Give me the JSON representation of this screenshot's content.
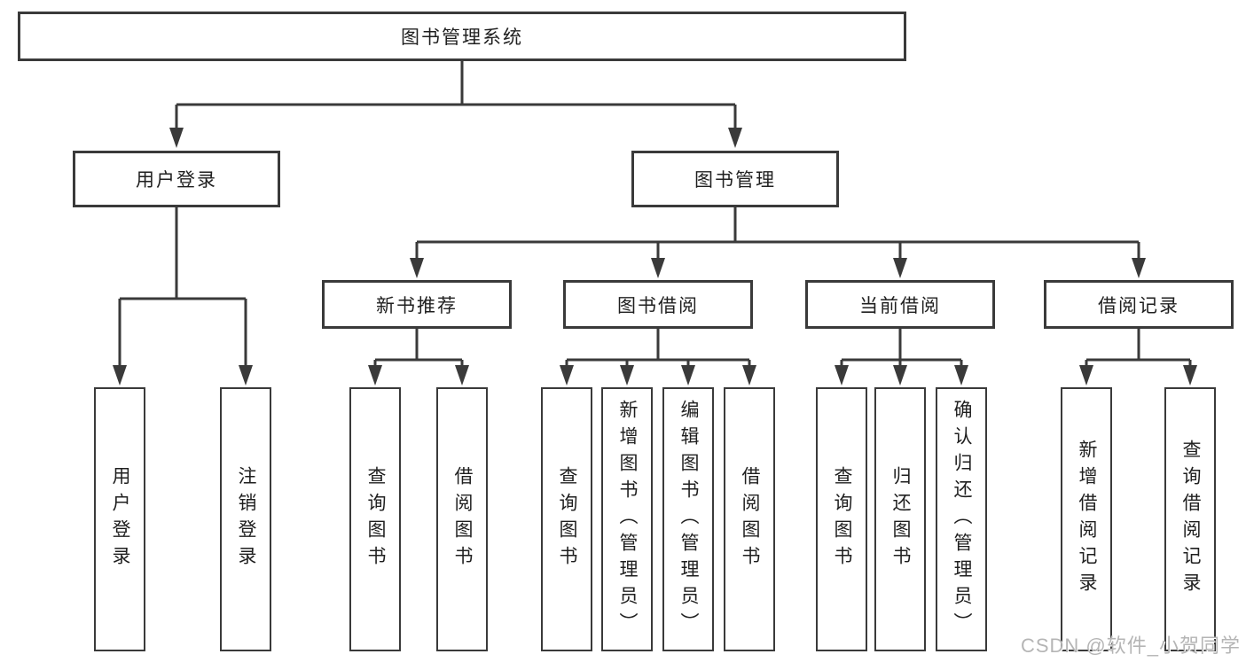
{
  "diagram_title": "图书管理系统",
  "tree": {
    "label": "图书管理系统",
    "children": [
      {
        "label": "用户登录",
        "children": [
          {
            "label": "用户登录"
          },
          {
            "label": "注销登录"
          }
        ]
      },
      {
        "label": "图书管理",
        "children": [
          {
            "label": "新书推荐",
            "children": [
              {
                "label": "查询图书"
              },
              {
                "label": "借阅图书"
              }
            ]
          },
          {
            "label": "图书借阅",
            "children": [
              {
                "label": "查询图书"
              },
              {
                "label": "新增图书（管理员）"
              },
              {
                "label": "编辑图书（管理员）"
              },
              {
                "label": "借阅图书"
              }
            ]
          },
          {
            "label": "当前借阅",
            "children": [
              {
                "label": "查询图书"
              },
              {
                "label": "归还图书"
              },
              {
                "label": "确认归还（管理员）"
              }
            ]
          },
          {
            "label": "借阅记录",
            "children": [
              {
                "label": "新增借阅记录"
              },
              {
                "label": "查询借阅记录"
              }
            ]
          }
        ]
      }
    ]
  },
  "watermark": "CSDN @软件_小贺同学",
  "colors": {
    "line": "#3a3a3a",
    "box_border": "#3a3a3a",
    "text": "#1f1f1f",
    "watermark": "#b5b5b5",
    "background": "#ffffff"
  }
}
